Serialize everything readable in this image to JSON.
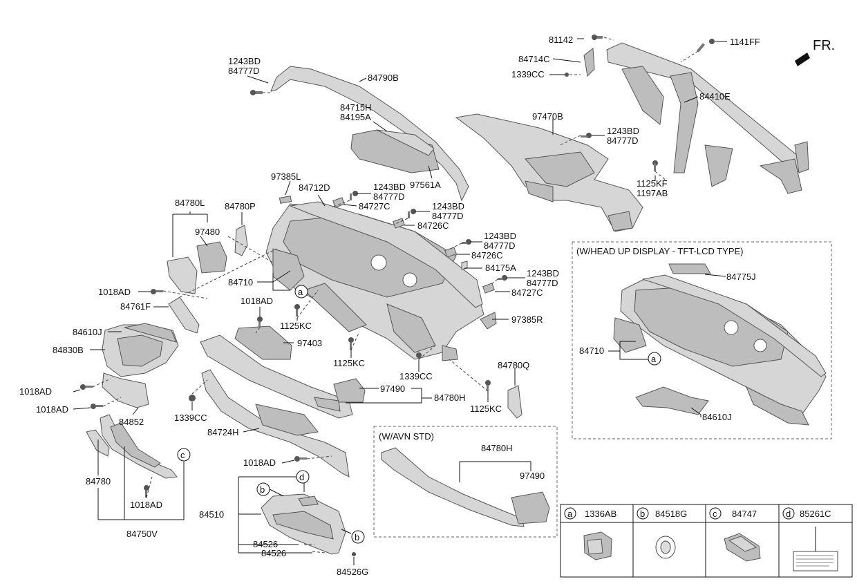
{
  "fr_label": "FR.",
  "labels": {
    "l1": "1243BD",
    "l2": "84777D",
    "l3": "84790B",
    "l4": "84715H",
    "l5": "84195A",
    "l6": "97561A",
    "l7": "81142",
    "l8": "84714C",
    "l9": "1339CC",
    "l10": "1141FF",
    "l11": "84410E",
    "l12": "97470B",
    "l13": "1243BD",
    "l14": "84777D",
    "l15": "1125KF",
    "l16": "1197AB",
    "l17": "97385L",
    "l18": "84712D",
    "l19": "1243BD",
    "l20": "84777D",
    "l21": "84727C",
    "l22": "1243BD",
    "l23": "84777D",
    "l24": "84726C",
    "l25": "84780L",
    "l26": "84780P",
    "l27": "97480",
    "l28": "1243BD",
    "l29": "84777D",
    "l30": "84726C",
    "l31": "84175A",
    "l32": "1243BD",
    "l33": "84777D",
    "l34": "84727C",
    "l35": "1018AD",
    "l36": "84710",
    "l37": "84761F",
    "l38": "1018AD",
    "l39": "1125KC",
    "l40": "97385R",
    "l41": "84610J",
    "l42": "84830B",
    "l43": "97403",
    "l44": "1125KC",
    "l45": "1339CC",
    "l46": "84780Q",
    "l47": "1018AD",
    "l48": "1018AD",
    "l49": "84852",
    "l50": "1339CC",
    "l51": "97490",
    "l52": "84780H",
    "l53": "1125KC",
    "l54": "84724H",
    "l55": "1018AD",
    "l56": "84780",
    "l57": "1018AD",
    "l58": "84750V",
    "l59": "84510",
    "l60": "84526",
    "l61": "84526",
    "l62": "84526G"
  },
  "hud_box": {
    "title": "(W/HEAD UP DISPLAY - TFT-LCD TYPE)",
    "l1": "84775J",
    "l2": "84710",
    "l3": "84610J"
  },
  "avn_box": {
    "title": "(W/AVN STD)",
    "l1": "84780H",
    "l2": "97490"
  },
  "circle_letters": {
    "a": "a",
    "b": "b",
    "c": "c",
    "d": "d"
  },
  "legend": [
    {
      "letter": "a",
      "code": "1336AB"
    },
    {
      "letter": "b",
      "code": "84518G"
    },
    {
      "letter": "c",
      "code": "84747"
    },
    {
      "letter": "d",
      "code": "85261C"
    }
  ]
}
